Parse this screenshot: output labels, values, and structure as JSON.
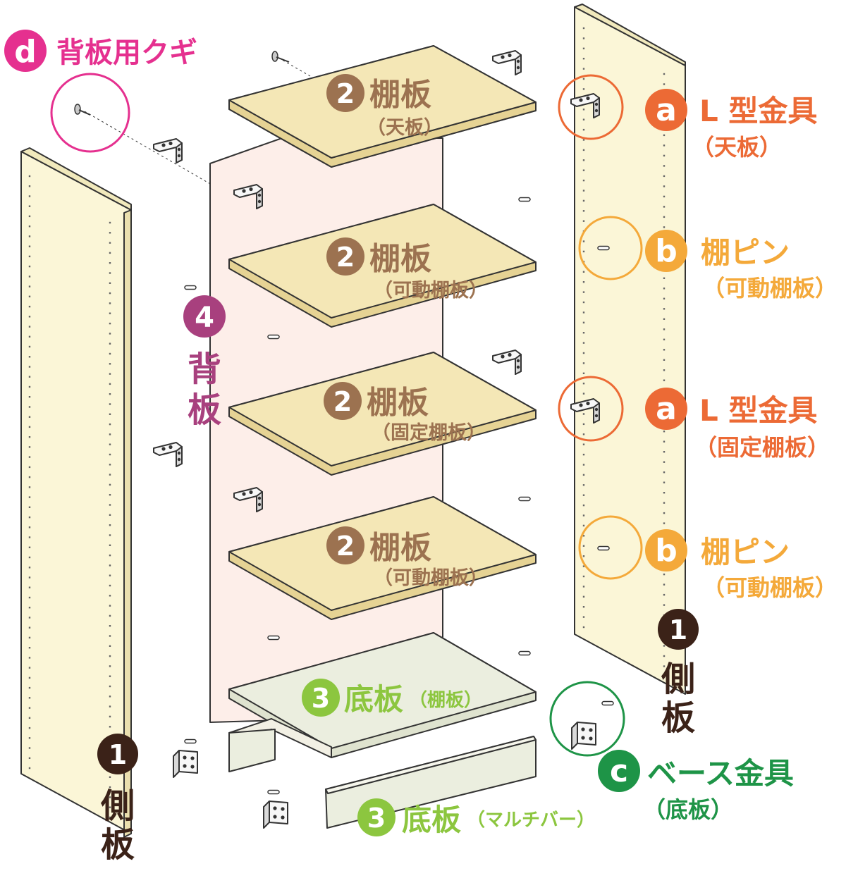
{
  "parts": {
    "side_panel": {
      "number": "1",
      "label": "側",
      "label2": "板"
    },
    "shelf_top": {
      "number": "2",
      "label": "棚板",
      "sub": "（天板）"
    },
    "shelf_movable_1": {
      "number": "2",
      "label": "棚板",
      "sub": "（可動棚板）"
    },
    "shelf_fixed": {
      "number": "2",
      "label": "棚板",
      "sub": "（固定棚板）"
    },
    "shelf_movable_2": {
      "number": "2",
      "label": "棚板",
      "sub": "（可動棚板）"
    },
    "bottom_board": {
      "number": "3",
      "label": "底板",
      "sub": "（棚板）"
    },
    "bottom_bar": {
      "number": "3",
      "label": "底板",
      "sub": "（マルチバー）"
    },
    "back_panel": {
      "number": "4",
      "label": "背",
      "label2": "板"
    }
  },
  "hardware": {
    "a_top": {
      "letter": "a",
      "label": "L 型金具",
      "sub": "（天板）"
    },
    "b_1": {
      "letter": "b",
      "label": "棚ピン",
      "sub": "（可動棚板）"
    },
    "a_fixed": {
      "letter": "a",
      "label": "L 型金具",
      "sub": "（固定棚板）"
    },
    "b_2": {
      "letter": "b",
      "label": "棚ピン",
      "sub": "（可動棚板）"
    },
    "c": {
      "letter": "c",
      "label": "ベース金具",
      "sub": "（底板）"
    },
    "d": {
      "letter": "d",
      "label": "背板用クギ"
    }
  },
  "colors": {
    "wood": "#f4e7b6",
    "wood_top": "#efe0a8",
    "wood_edge": "#e6d394",
    "side_panel": "#fbf6d7",
    "back_panel": "#fdeee9",
    "bottom_board": "#ebeedf",
    "part_number": "#9c7250",
    "side_number": "#3b2218",
    "back_number": "#a8407e",
    "bottom_number": "#8cc63f",
    "bracket_a": "#ec6a35",
    "pin_b": "#f4a93a",
    "base_c": "#1e9447",
    "nail_d": "#e5308f"
  }
}
